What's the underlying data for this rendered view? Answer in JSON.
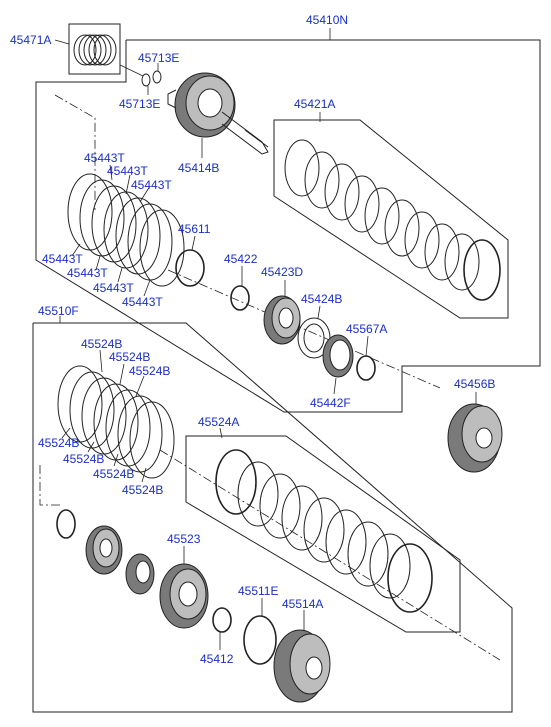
{
  "diagram": {
    "labels": {
      "p45410N": "45410N",
      "p45471A": "45471A",
      "p45713E_top": "45713E",
      "p45713E_bot": "45713E",
      "p45414B": "45414B",
      "p45421A": "45421A",
      "p45443T_1": "45443T",
      "p45443T_2": "45443T",
      "p45443T_3": "45443T",
      "p45443T_4": "45443T",
      "p45443T_5": "45443T",
      "p45443T_6": "45443T",
      "p45443T_7": "45443T",
      "p45611": "45611",
      "p45422": "45422",
      "p45423D": "45423D",
      "p45424B": "45424B",
      "p45567A": "45567A",
      "p45442F": "45442F",
      "p45456B": "45456B",
      "p45510F": "45510F",
      "p45524B_1": "45524B",
      "p45524B_2": "45524B",
      "p45524B_3": "45524B",
      "p45524B_4": "45524B",
      "p45524B_5": "45524B",
      "p45524B_6": "45524B",
      "p45524B_7": "45524B",
      "p45524A": "45524A",
      "p45523": "45523",
      "p45511E": "45511E",
      "p45514A": "45514A",
      "p45412": "45412"
    }
  }
}
